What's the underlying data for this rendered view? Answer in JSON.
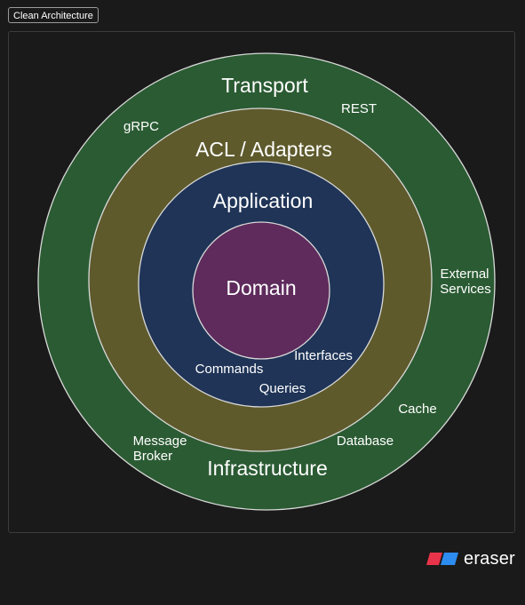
{
  "title_tag": "Clean Architecture",
  "brand": {
    "name": "eraser",
    "accent_red": "#e8344a",
    "accent_blue": "#2d8cf0"
  },
  "layers": [
    {
      "name": "Transport",
      "fill": "#2b5b33"
    },
    {
      "name": "Infrastructure",
      "fill": "#2b5b33"
    },
    {
      "name": "ACL / Adapters",
      "fill": "#5e5a2c"
    },
    {
      "name": "Application",
      "fill": "#1f3457"
    },
    {
      "name": "Domain",
      "fill": "#5e2b5c"
    }
  ],
  "labels": {
    "grpc": "gRPC",
    "rest": "REST",
    "external_services_1": "External",
    "external_services_2": "Services",
    "cache": "Cache",
    "database": "Database",
    "message_broker_1": "Message",
    "message_broker_2": "Broker",
    "commands": "Commands",
    "interfaces": "Interfaces",
    "queries": "Queries"
  }
}
